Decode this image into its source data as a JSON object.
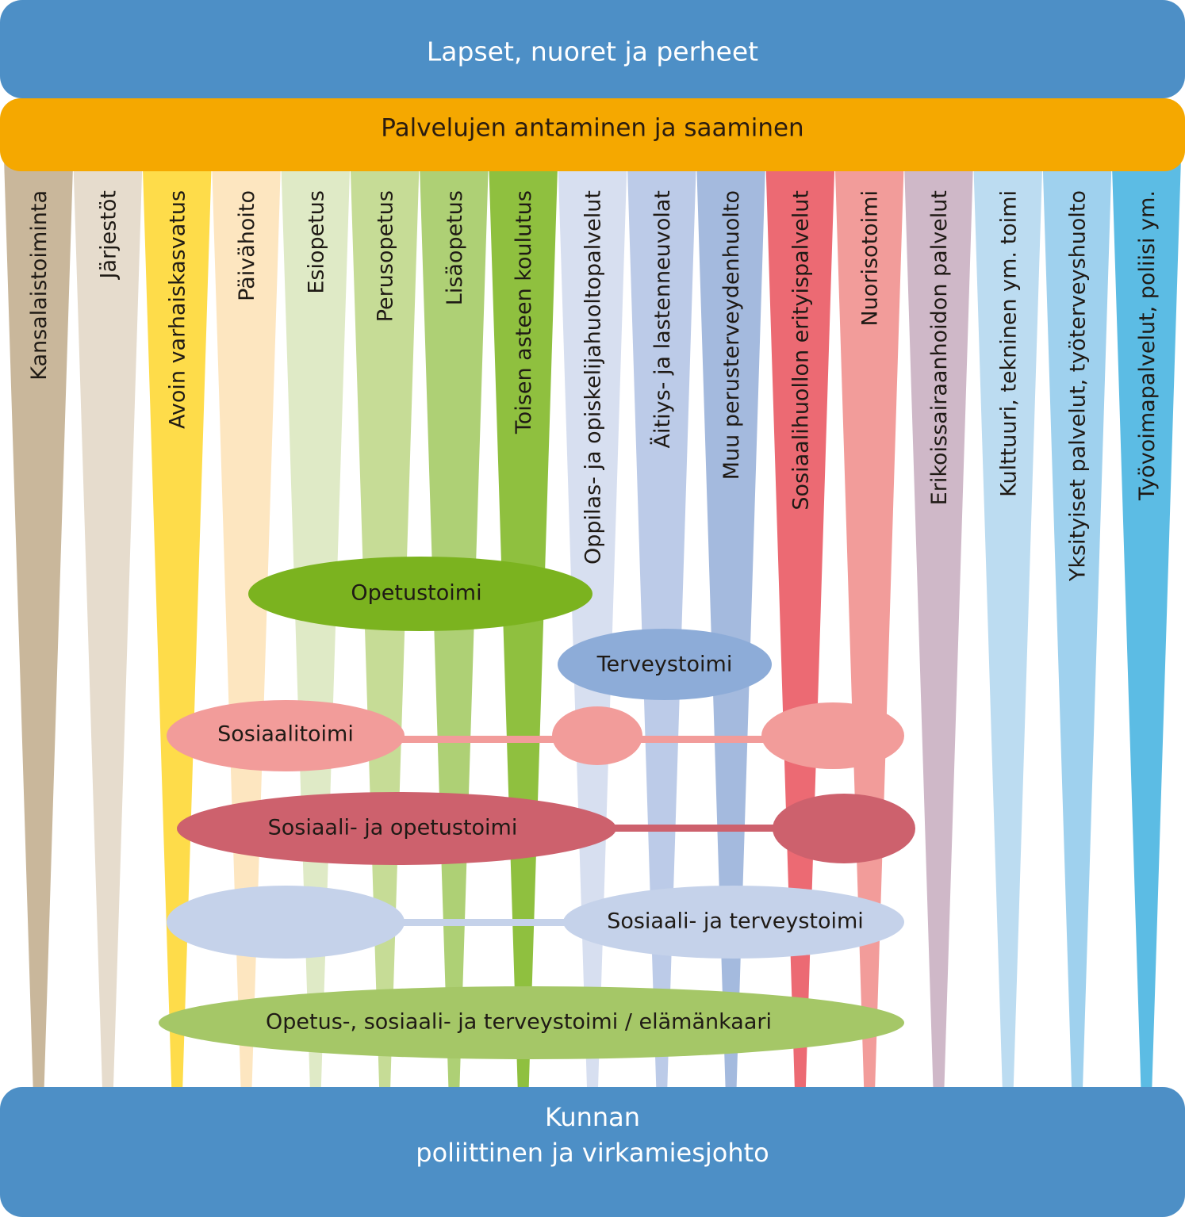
{
  "header": {
    "title": "Lapset, nuoret ja perheet",
    "subtitle": "Palvelujen antaminen ja saaminen"
  },
  "footer": {
    "line1": "Kunnan",
    "line2": "poliittinen ja virkamiesjohto"
  },
  "colors": {
    "header_blue": "#4d8fc6",
    "subtitle_orange": "#f5a800",
    "footer_blue": "#4d8fc6"
  },
  "columns": [
    {
      "label": "Kansalaistoiminta",
      "color": "#c9b79b"
    },
    {
      "label": "Järjestöt",
      "color": "#e6dccd"
    },
    {
      "label": "Avoin varhaiskasvatus",
      "color": "#fedc4a"
    },
    {
      "label": "Päivähoito",
      "color": "#fde6c0"
    },
    {
      "label": "Esiopetus",
      "color": "#dfeac6"
    },
    {
      "label": "Perusopetus",
      "color": "#c6dc96"
    },
    {
      "label": "Lisäopetus",
      "color": "#aed075"
    },
    {
      "label": "Toisen asteen koulutus",
      "color": "#8fc03f"
    },
    {
      "label": "Oppilas- ja opiskelijahuoltopalvelut",
      "color": "#d7dff0"
    },
    {
      "label": "Äitiys- ja lastenneuvolat",
      "color": "#bccbe8"
    },
    {
      "label": "Muu perusterveydenhuolto",
      "color": "#a4bade"
    },
    {
      "label": "Sosiaalihuollon erityispalvelut",
      "color": "#ec6a73"
    },
    {
      "label": "Nuorisotoimi",
      "color": "#f29c9a"
    },
    {
      "label": "Erikoissairaanhoidon palvelut",
      "color": "#cfb8c8"
    },
    {
      "label": "Kulttuuri, tekninen  ym. toimi",
      "color": "#bcdcf1"
    },
    {
      "label": "Yksityiset palvelut, työterveyshuolto",
      "color": "#9fd1ee"
    },
    {
      "label": "Työvoimapalvelut, poliisi ym.",
      "color": "#5cbce4"
    }
  ],
  "groups": {
    "opetustoimi": {
      "label": "Opetustoimi",
      "color": "#7bb31f"
    },
    "terveystoimi": {
      "label": "Terveystoimi",
      "color": "#8dacd8"
    },
    "sosiaalitoimi": {
      "label": "Sosiaalitoimi",
      "color": "#f29c9a"
    },
    "sosiaali_opetus": {
      "label": "Sosiaali- ja opetustoimi",
      "color": "#cd616d"
    },
    "sosiaali_terveys": {
      "label": "Sosiaali- ja terveystoimi",
      "color": "#c5d2ea"
    },
    "elamankaari": {
      "label": "Opetus-, sosiaali- ja terveystoimi / elämänkaari",
      "color": "#a5c767"
    }
  }
}
